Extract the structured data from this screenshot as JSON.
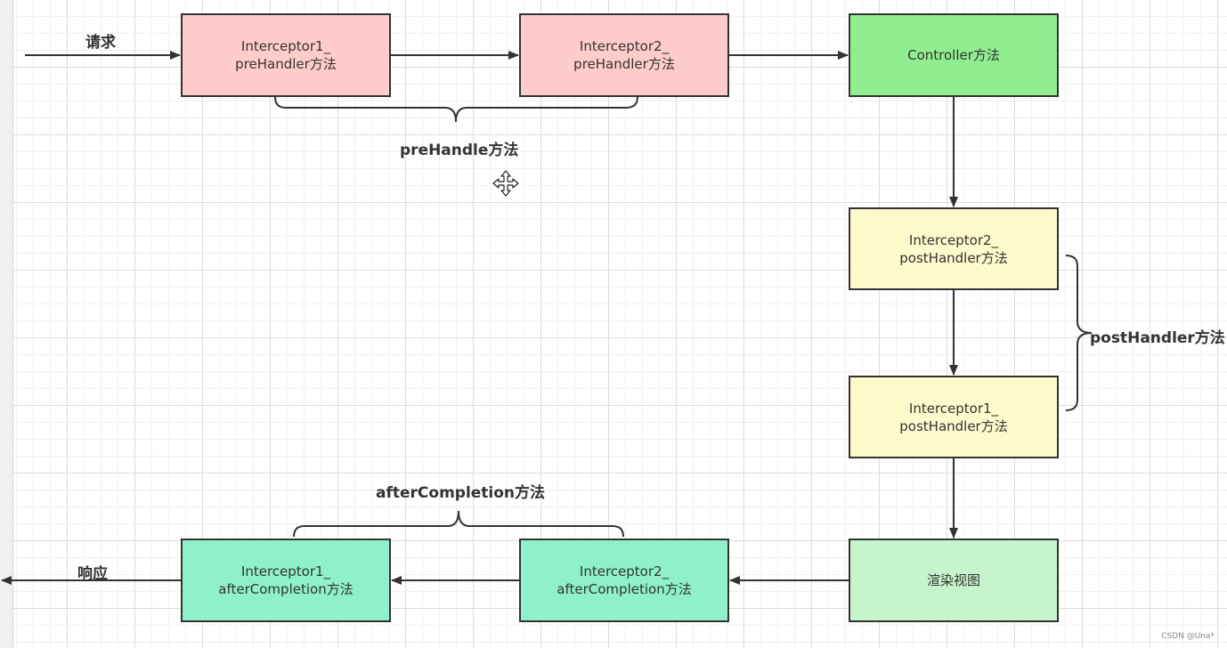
{
  "labels": {
    "request": "请求",
    "response": "响应",
    "pre_group": "preHandle方法",
    "post_group": "postHandler方法",
    "after_group": "afterCompletion方法"
  },
  "nodes": {
    "pre1": {
      "line1": "Interceptor1_",
      "line2": "preHandler方法"
    },
    "pre2": {
      "line1": "Interceptor2_",
      "line2": "preHandler方法"
    },
    "controller": {
      "text": "Controller方法"
    },
    "post2": {
      "line1": "Interceptor2_",
      "line2": "postHandler方法"
    },
    "post1": {
      "line1": "Interceptor1_",
      "line2": "postHandler方法"
    },
    "render": {
      "text": "渲染视图"
    },
    "after2": {
      "line1": "Interceptor2_",
      "line2": "afterCompletion方法"
    },
    "after1": {
      "line1": "Interceptor1_",
      "line2": "afterCompletion方法"
    }
  },
  "colors": {
    "pre": "#ffcccc",
    "controller": "#90ee90",
    "post": "#fffacc",
    "render": "#c6f5cc",
    "after": "#8ff0ca",
    "stroke": "#333333"
  },
  "cursor_icon": "move-cursor-icon",
  "watermark": "CSDN @Una*"
}
